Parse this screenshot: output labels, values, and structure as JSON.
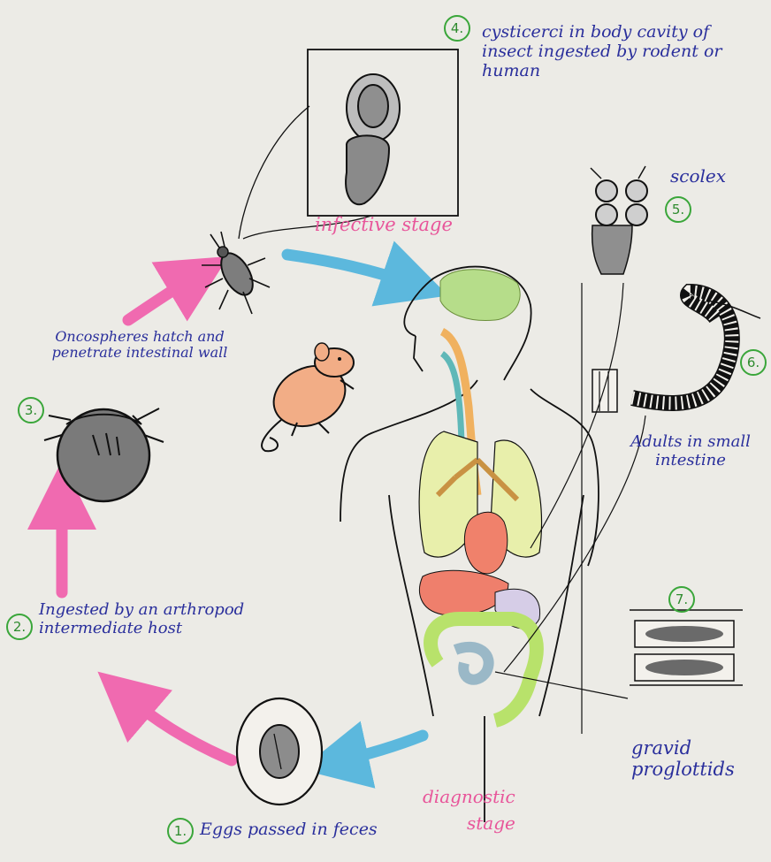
{
  "steps": [
    {
      "num": "1.",
      "text": "Eggs passed in feces"
    },
    {
      "num": "2.",
      "text": "Ingested by an arthropod intermediate host"
    },
    {
      "num": "3.",
      "text": "Oncospheres hatch and penetrate intestinal wall"
    },
    {
      "num": "4.",
      "text": "cysticerci in body cavity of insect ingested by rodent or human"
    },
    {
      "num": "5.",
      "text": "scolex"
    },
    {
      "num": "6.",
      "text": "Adults in small intestine"
    },
    {
      "num": "7.",
      "text": "gravid proglottids"
    }
  ],
  "stage_labels": {
    "infective": "infective stage",
    "diagnostic_line1": "diagnostic",
    "diagnostic_line2": "stage"
  },
  "colors": {
    "arrow_pink": "#f06ab0",
    "arrow_blue": "#5cb8dd",
    "text_blue": "#2a2f9c",
    "text_pink": "#e8559a",
    "number_green": "#3aa63a"
  }
}
